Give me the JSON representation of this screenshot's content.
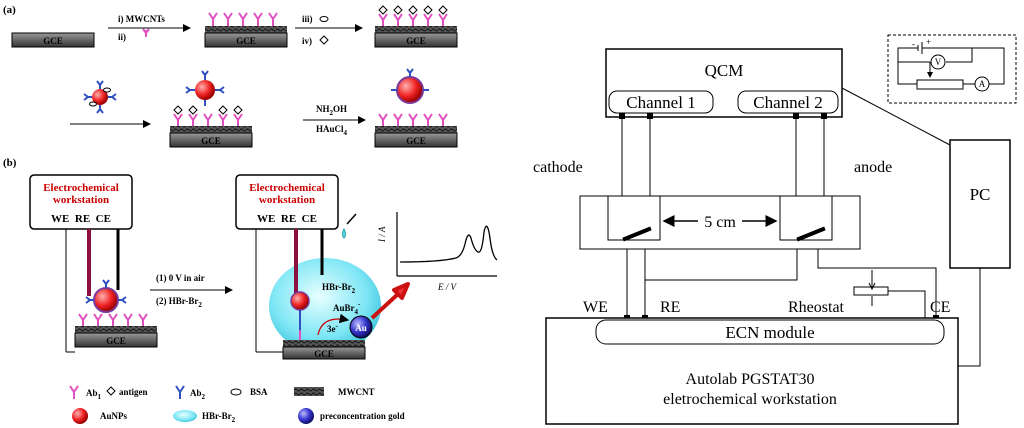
{
  "panel_a": {
    "label": "(a)",
    "gce": "GCE",
    "step1": "i) MWCNTs",
    "step2": "ii)",
    "step3": "iii)",
    "step4": "iv)",
    "step5a": "NH",
    "step5a_sub": "2",
    "step5a_tail": "OH",
    "step5b": "HAuCl",
    "step5b_sub": "4"
  },
  "panel_b": {
    "label": "(b)",
    "workstation_title1": "Electrochemical",
    "workstation_title2": "workstation",
    "electrodes": "WE  RE  CE",
    "cond1": "(1) 0 V in air",
    "cond2": "(2) HBr-Br",
    "cond2_sub": "2",
    "bubble1": "HBr-Br",
    "bubble1_sub": "2",
    "bubble2": "AuBr",
    "bubble2_sub": "4",
    "bubble2_sup": "-",
    "electron": "3e",
    "electron_sup": "-",
    "au": "Au",
    "ylabel": "I / A",
    "xlabel": "E / V"
  },
  "legend": {
    "ab1": "Ab",
    "ab1_sub": "1",
    "antigen": "antigen",
    "ab2": "Ab",
    "ab2_sub": "2",
    "bsa": "BSA",
    "mwcnt": "MWCNT",
    "aunps": "AuNPs",
    "hbr": "HBr-Br",
    "hbr_sub": "2",
    "gold": "preconcentration gold"
  },
  "right": {
    "qcm": "QCM",
    "channel1": "Channel 1",
    "channel2": "Channel 2",
    "cathode": "cathode",
    "anode": "anode",
    "distance": "5 cm",
    "pc": "PC",
    "we": "WE",
    "re": "RE",
    "rheostat": "Rheostat",
    "ce": "CE",
    "ecn": "ECN module",
    "autolab1": "Autolab PGSTAT30",
    "autolab2": "eletrochemical workstation",
    "inset_v": "V",
    "inset_a": "A",
    "inset_minus": "-",
    "inset_plus": "+"
  }
}
